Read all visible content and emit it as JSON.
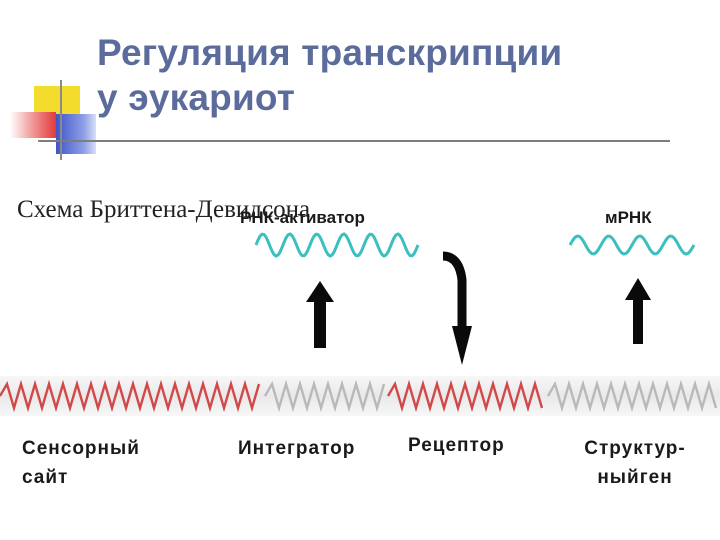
{
  "slide": {
    "title_line1": "Регуляция транскрипции",
    "title_line2": "у эукариот",
    "subtitle": "Схема Бриттена-Девидсона"
  },
  "diagram": {
    "rna_activator_label": "РНК-активатор",
    "mrna_label": "мРНК",
    "sensor_site_line1": "Сенсорный",
    "sensor_site_line2": "сайт",
    "integrator_label": "Интегратор",
    "receptor_label": "Рецептор",
    "structural_gene_line1": "Структур-",
    "structural_gene_line2": "ныйген"
  },
  "colors": {
    "title": "#5b6c9c",
    "accent_yellow": "#f3dc2c",
    "accent_red": "#e23a3a",
    "accent_blue": "#3f55c8",
    "rna_wave": "#3bbfbf",
    "dna_red": "#d24848",
    "dna_gray": "#b9b9b9",
    "arrow": "#0a0a0a"
  }
}
